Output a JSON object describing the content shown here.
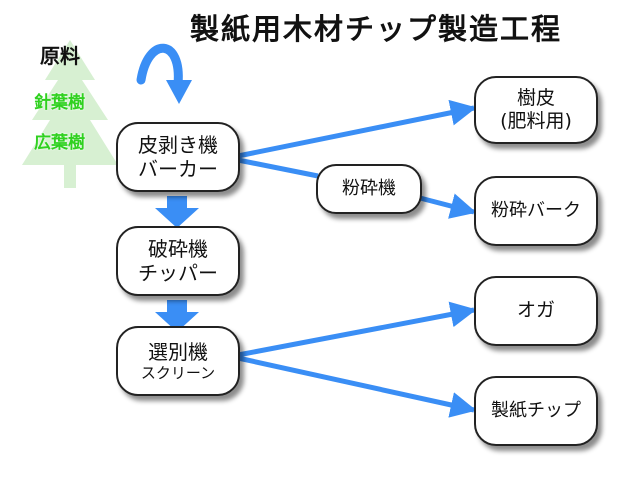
{
  "title": "製紙用木材チップ製造工程",
  "raw_material": {
    "label": "原料",
    "types": [
      "針葉樹",
      "広葉樹"
    ]
  },
  "process": {
    "debarker": [
      "皮剥き機",
      "バーカー"
    ],
    "chipper": [
      "破砕機",
      "チッパー"
    ],
    "screener_main": "選別機",
    "screener_sub": "スクリーン",
    "crusher": "粉砕機"
  },
  "outputs": {
    "bark_main": "樹皮",
    "bark_sub": "(肥料用)",
    "crushed_bark": "粉砕バーク",
    "oversize": "オガ",
    "paper_chip": "製紙チップ"
  },
  "colors": {
    "arrow": "#3a8ef5",
    "tree": "#d7f0d2",
    "species_text": "#2fd11f"
  }
}
